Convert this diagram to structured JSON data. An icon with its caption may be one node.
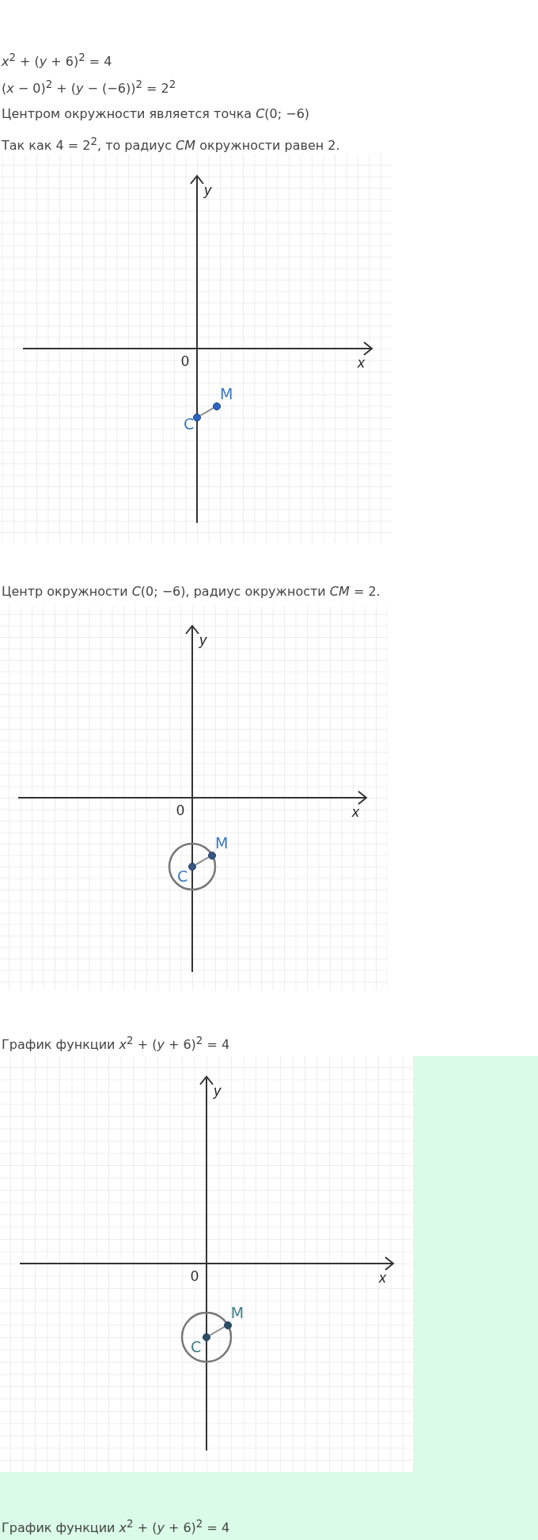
{
  "diagram": {
    "nodes": [
      {
        "text": [
          "C"
        ]
      },
      {
        "text": [
          "M"
        ]
      },
      {
        "text": [
          "C"
        ]
      },
      {
        "text": [
          "M"
        ]
      },
      {
        "text": [
          "C"
        ]
      },
      {
        "text": [
          "M"
        ]
      }
    ],
    "edges": [
      {
        "from": 0,
        "to": 1,
        "arrow": "none"
      },
      {
        "from": 2,
        "to": 3,
        "arrow": "none"
      },
      {
        "from": 4,
        "to": 5,
        "arrow": "none"
      }
    ],
    "labels": [
      "*x*$^{2}$ + (*y* + 6)$^{2}$ = 4",
      "(*x* − 0)$^{2}$ + (*y* − (−6))$^{2}$ = 2$^{2}$",
      "Центром окружности является точка *C*(0; −6)",
      "Так как 4 = 2$^{2}$, то радиус *CM* окружности равен 2.",
      "y",
      "0",
      "x",
      "Центр окружности *C*(0; −6), радиус окружности *CM* = 2.",
      "y",
      "0",
      "x",
      "График функции *x*$^{2}$ + (*y* + 6)$^{2}$ = 4",
      "y",
      "0",
      "x",
      "График функции *x*$^{2}$ + (*y* + 6)$^{2}$ = 4"
    ]
  }
}
